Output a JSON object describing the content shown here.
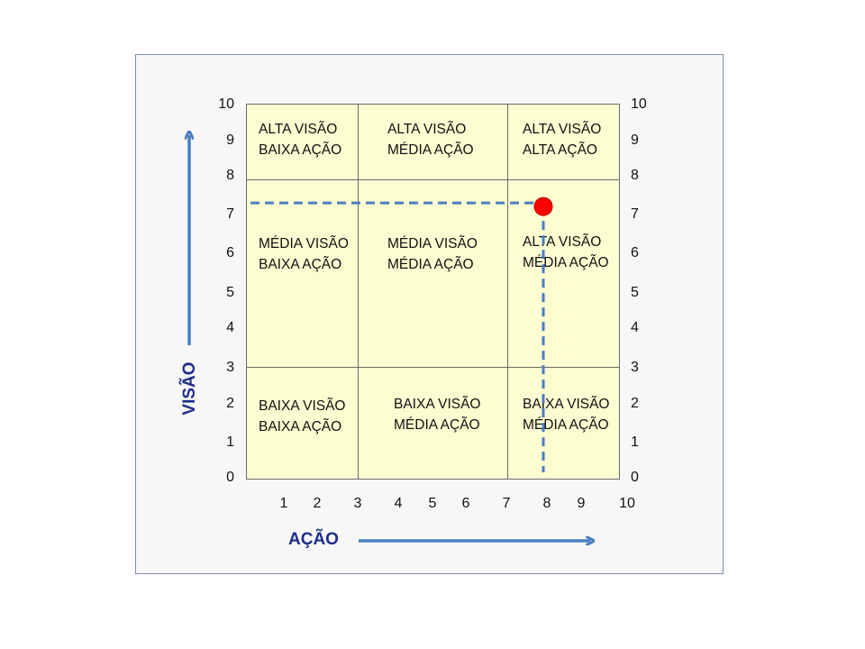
{
  "chart_data": {
    "type": "scatter",
    "xlabel": "AÇÃO",
    "ylabel": "VISÃO",
    "xlim": [
      0,
      10
    ],
    "ylim": [
      0,
      10
    ],
    "x_ticks": [
      "1",
      "2",
      "3",
      "4",
      "5",
      "6",
      "7",
      "8",
      "9",
      "10"
    ],
    "y_ticks": [
      "0",
      "1",
      "2",
      "3",
      "4",
      "5",
      "6",
      "7",
      "8",
      "9",
      "10"
    ],
    "point": {
      "x": 8.0,
      "y": 7.3
    },
    "cells": [
      {
        "line1": "ALTA VISÃO",
        "line2": "BAIXA AÇÃO"
      },
      {
        "line1": "ALTA VISÃO",
        "line2": "MÉDIA AÇÃO"
      },
      {
        "line1": "ALTA VISÃO",
        "line2": "ALTA AÇÃO"
      },
      {
        "line1": "MÉDIA VISÃO",
        "line2": "BAIXA AÇÃO"
      },
      {
        "line1": "MÉDIA VISÃO",
        "line2": "MÉDIA AÇÃO"
      },
      {
        "line1": "ALTA VISÃO",
        "line2": "MÉDIA AÇÃO"
      },
      {
        "line1": "BAIXA VISÃO",
        "line2": "BAIXA AÇÃO"
      },
      {
        "line1": "BAIXA VISÃO",
        "line2": "MÉDIA AÇÃO"
      },
      {
        "line1": "BAIXA VISÃO",
        "line2": "MÉDIA AÇÃO"
      }
    ],
    "colors": {
      "grid_fill": "#fdfdd2",
      "arrow": "#4a7fbf",
      "point": "#ff0000",
      "axis_title": "#1c2d8a"
    }
  }
}
